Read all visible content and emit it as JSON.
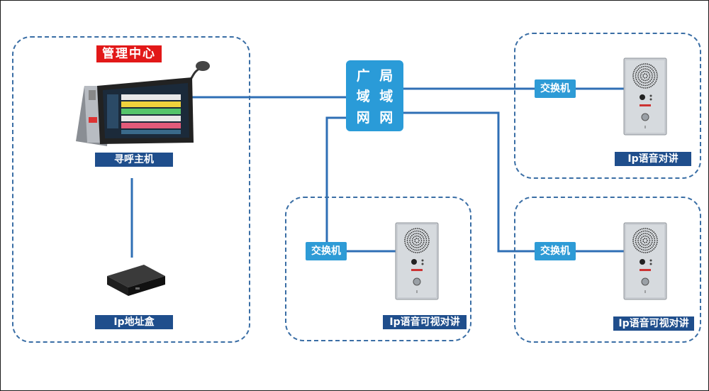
{
  "management_center": {
    "label": "管理中心"
  },
  "host": {
    "label": "寻呼主机"
  },
  "ip_box": {
    "label": "Ip地址盒"
  },
  "lan": {
    "col1": [
      "广",
      "域",
      "网"
    ],
    "col2": [
      "局",
      "域",
      "网"
    ]
  },
  "switches": [
    "交换机",
    "交换机",
    "交换机"
  ],
  "terminals": [
    "Ip语音对讲",
    "Ip语音可视对讲",
    "Ip语音可视对讲"
  ],
  "colors": {
    "zone_border": "#3a6ea5",
    "label_bg": "#1f4e8c",
    "switch_bg": "#2e9bd6",
    "lan_bg": "#2a9bd8",
    "accent_red": "#e21818",
    "wire": "#2f6fb5"
  }
}
